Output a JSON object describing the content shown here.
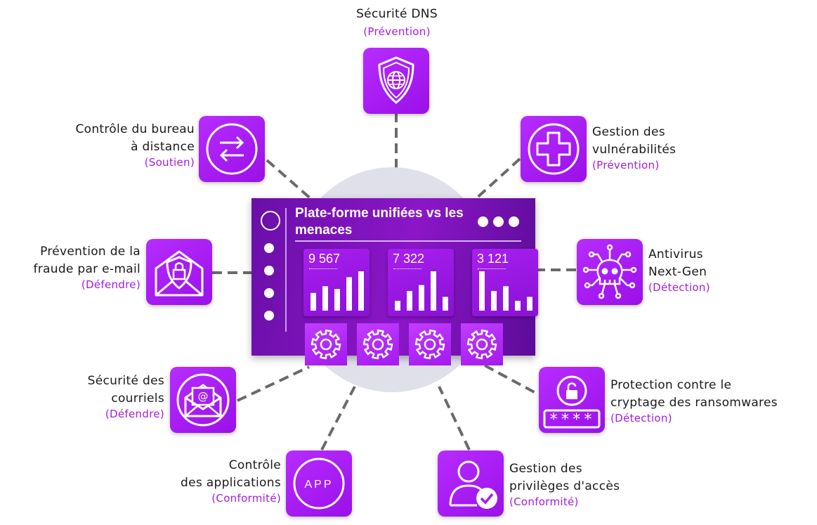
{
  "hub": {
    "title": "Plate-forme unifiées vs les menaces",
    "cards": [
      {
        "value": "9 567",
        "bars": [
          0.45,
          0.62,
          0.55,
          0.85,
          1.0
        ]
      },
      {
        "value": "7 322",
        "bars": [
          0.25,
          0.5,
          0.65,
          1.0,
          0.35
        ]
      },
      {
        "value": "3 121",
        "bars": [
          1.0,
          0.5,
          0.62,
          0.25,
          0.35
        ]
      }
    ]
  },
  "nodes": {
    "dns": {
      "title": "Sécurité DNS",
      "sub": "(Prévention)",
      "icon": "shield-globe-icon"
    },
    "remote": {
      "line1": "Contrôle du bureau",
      "line2": "à distance",
      "sub": "(Soutien)",
      "icon": "swap-arrows-icon"
    },
    "vuln": {
      "line1": "Gestion des",
      "line2": "vulnérabilités",
      "sub": "(Prévention)",
      "icon": "plus-cross-icon"
    },
    "fraud": {
      "line1": "Prévention de la",
      "line2": "fraude par e-mail",
      "sub": "(Défendre)",
      "icon": "envelope-shield-lock-icon"
    },
    "antivirus": {
      "line1": "Antivirus",
      "line2": "Next-Gen",
      "sub": "(Détection)",
      "icon": "virus-skull-icon"
    },
    "email": {
      "line1": "Sécurité des",
      "line2": "courriels",
      "sub": "(Défendre)",
      "icon": "envelope-at-icon"
    },
    "ransom": {
      "line1": "Protection contre le",
      "line2": "cryptage des ransomwares",
      "sub": "(Détection)",
      "icon": "lock-password-icon",
      "password": "****"
    },
    "apps": {
      "line1": "Contrôle",
      "line2": "des applications",
      "sub": "(Conformité)",
      "icon": "app-circle-icon",
      "icon_text": "APP"
    },
    "privileges": {
      "line1": "Gestion des",
      "line2": "privilèges d'accès",
      "sub": "(Conformité)",
      "icon": "user-check-icon"
    }
  },
  "colors": {
    "accent": "#a51bdf",
    "tile": "#a41ef0",
    "hub": "#7a12b8",
    "connector": "#666666"
  }
}
